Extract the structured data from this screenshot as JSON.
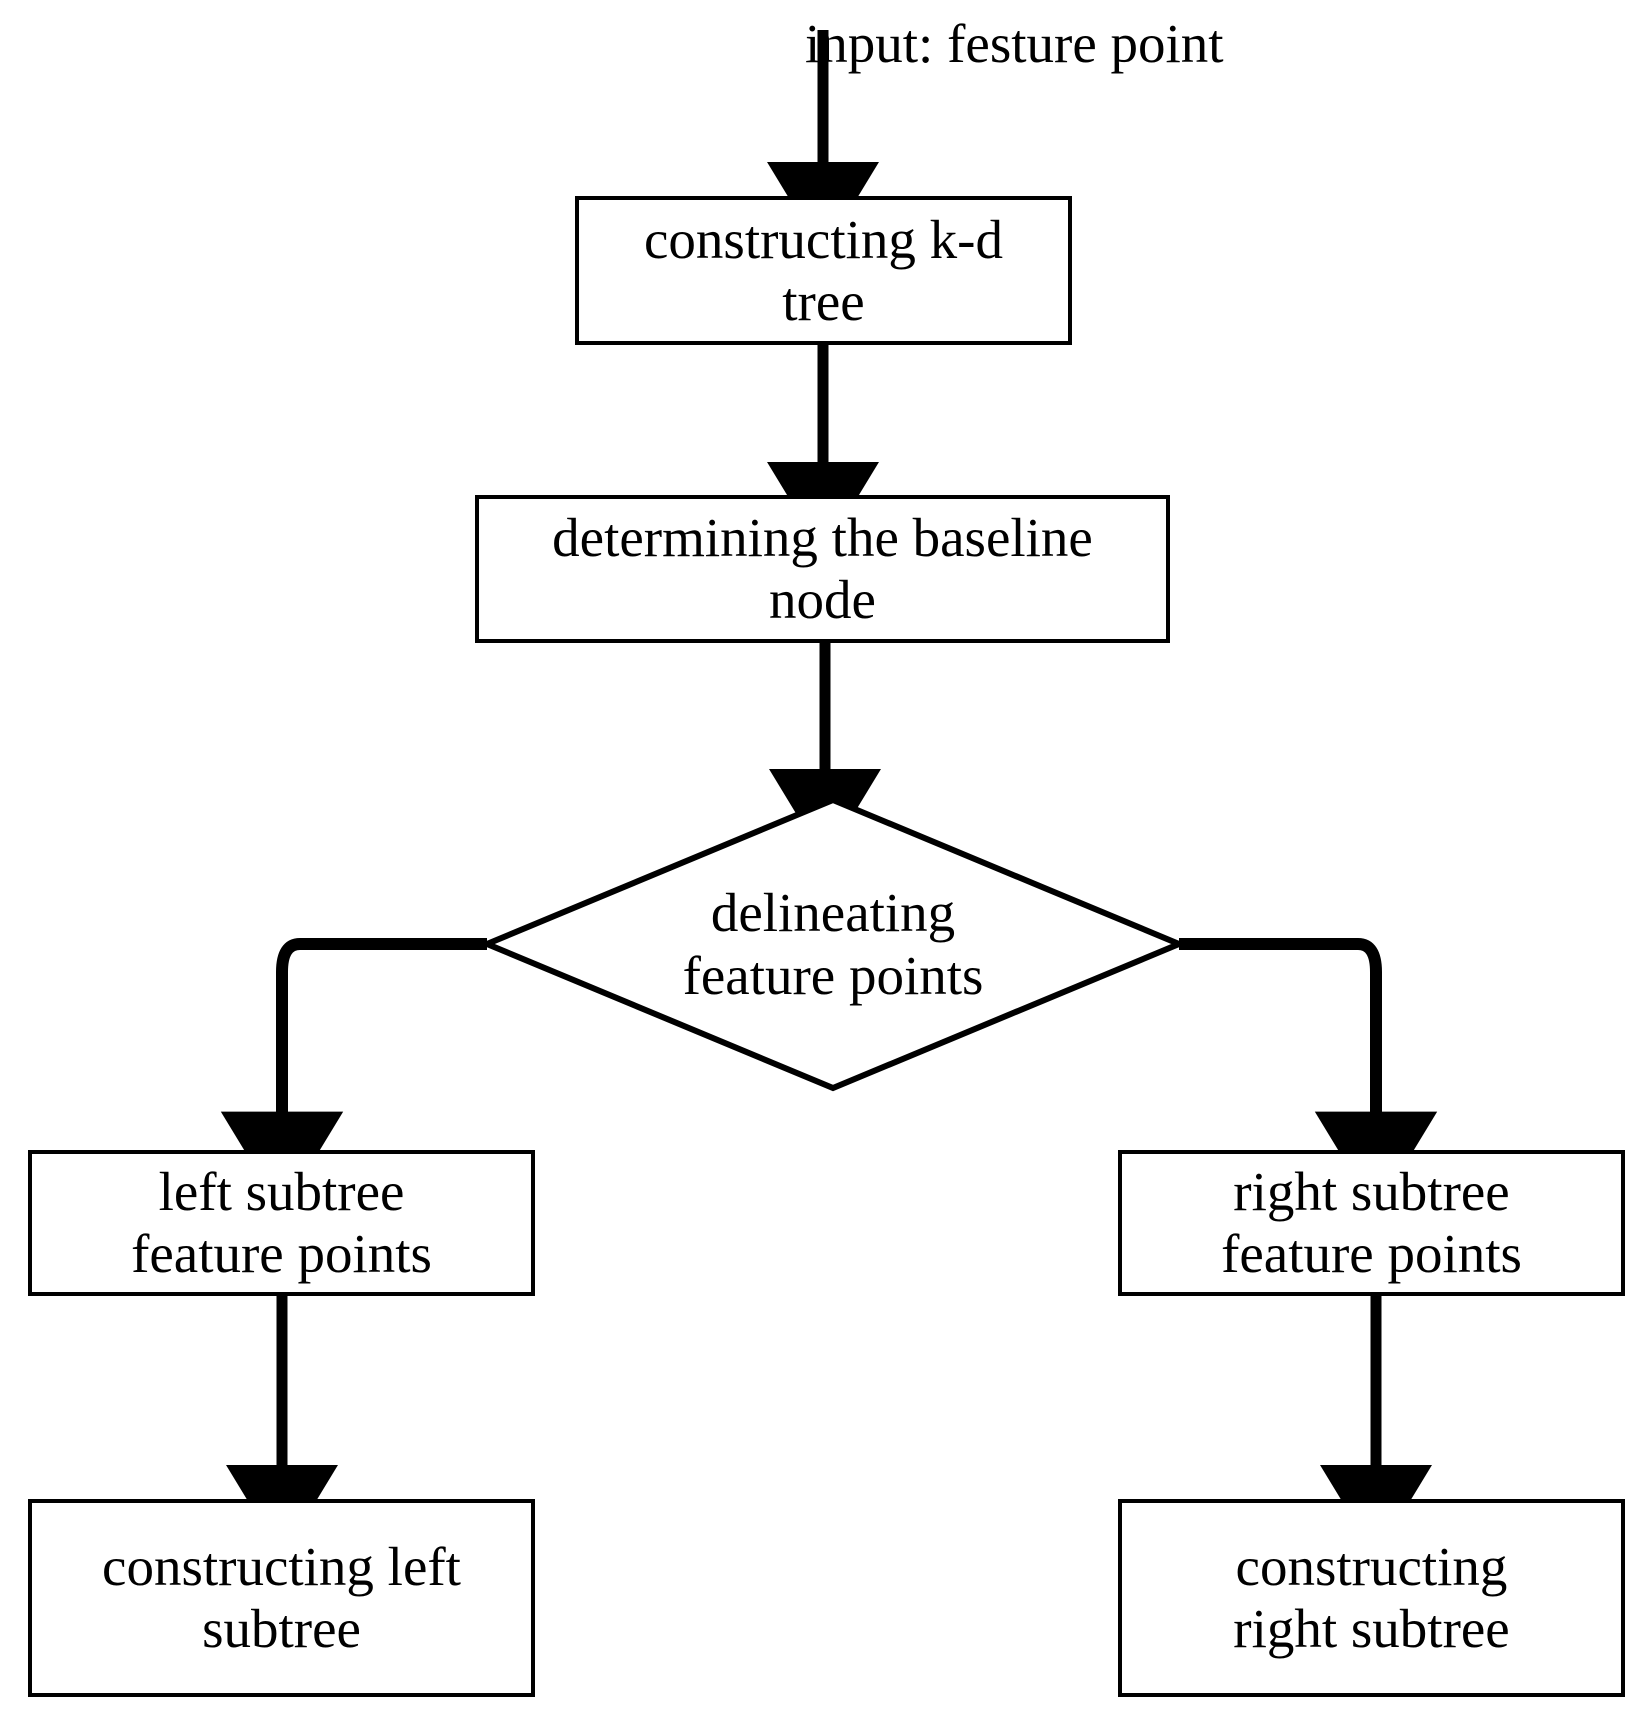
{
  "diagram": {
    "title": "k-d tree construction flowchart",
    "background_color": "#ffffff",
    "stroke_color": "#000000",
    "labels": {
      "input": "input: festure point"
    },
    "nodes": [
      {
        "id": "kd-tree",
        "shape": "rectangle",
        "text": "constructing k-d\ntree"
      },
      {
        "id": "baseline",
        "shape": "rectangle",
        "text": "determining the baseline\nnode"
      },
      {
        "id": "delineate",
        "shape": "diamond",
        "text": "delineating\nfeature points"
      },
      {
        "id": "left-feat",
        "shape": "rectangle",
        "text": "left subtree\nfeature points"
      },
      {
        "id": "right-feat",
        "shape": "rectangle",
        "text": "right subtree\nfeature points"
      },
      {
        "id": "left-sub",
        "shape": "rectangle",
        "text": "constructing left\nsubtree"
      },
      {
        "id": "right-sub",
        "shape": "rectangle",
        "text": "constructing\nright subtree"
      }
    ],
    "edges": [
      {
        "from": "input",
        "to": "kd-tree",
        "label": ""
      },
      {
        "from": "kd-tree",
        "to": "baseline",
        "label": ""
      },
      {
        "from": "baseline",
        "to": "delineate",
        "label": ""
      },
      {
        "from": "delineate",
        "to": "left-feat",
        "label": ""
      },
      {
        "from": "delineate",
        "to": "right-feat",
        "label": ""
      },
      {
        "from": "left-feat",
        "to": "left-sub",
        "label": ""
      },
      {
        "from": "right-feat",
        "to": "right-sub",
        "label": ""
      }
    ]
  }
}
